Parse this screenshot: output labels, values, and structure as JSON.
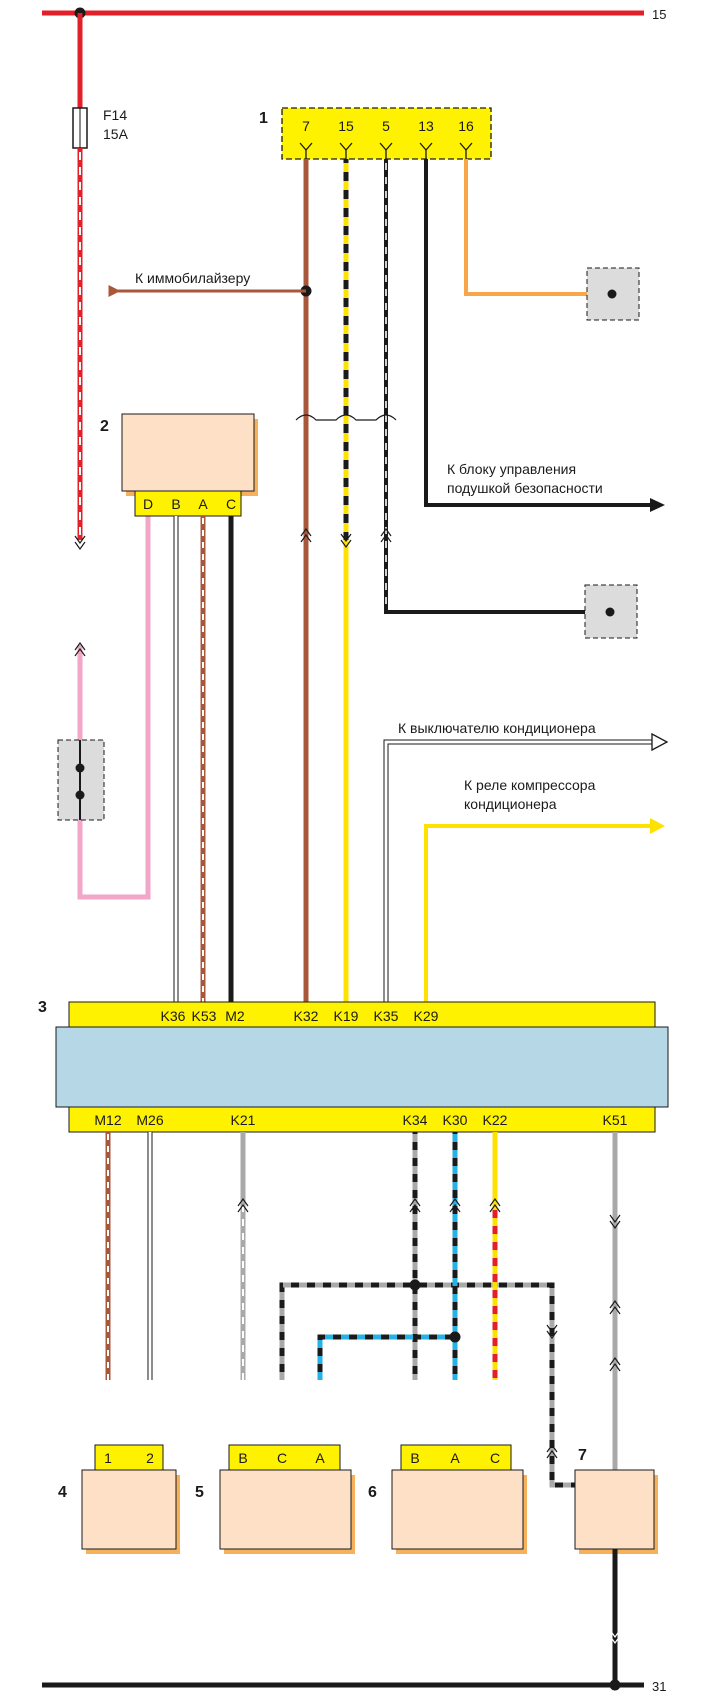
{
  "supply": {
    "terminal_top": "15",
    "terminal_bottom": "31"
  },
  "fuse": {
    "name": "F14",
    "rating": "15A"
  },
  "components": {
    "c1": {
      "number": "1",
      "pins": [
        "7",
        "15",
        "5",
        "13",
        "16"
      ]
    },
    "c2": {
      "number": "2",
      "pins": [
        "D",
        "B",
        "A",
        "C"
      ]
    },
    "c3": {
      "number": "3",
      "pins_top": [
        "K36",
        "K53",
        "M2",
        "K32",
        "K19",
        "K35",
        "K29"
      ],
      "pins_bottom": [
        "M12",
        "M26",
        "K21",
        "K34",
        "K30",
        "K22",
        "K51"
      ]
    },
    "c4": {
      "number": "4",
      "pins": [
        "1",
        "2"
      ]
    },
    "c5": {
      "number": "5",
      "pins": [
        "B",
        "C",
        "A"
      ]
    },
    "c6": {
      "number": "6",
      "pins": [
        "B",
        "A",
        "C"
      ]
    },
    "c7": {
      "number": "7"
    }
  },
  "labels": {
    "immobilizer": "К иммобилайзеру",
    "airbag_line1": "К блоку управления",
    "airbag_line2": "подушкой безопасности",
    "ac_switch": "К выключателю кондиционера",
    "compressor_line1": "К реле компрессора",
    "compressor_line2": "кондиционера"
  },
  "colors": {
    "red": "#e3202a",
    "pink": "#f2a6c8",
    "brown": "#a8573a",
    "black": "#1a1a1a",
    "yellow": "#ffe100",
    "orange": "#f7a74a",
    "grey": "#a9a9a9",
    "blue": "#27b2e6",
    "connector_yellow": "#fff200",
    "module_peach": "#fde0c5",
    "ecu_blue": "#b6d7e6"
  }
}
